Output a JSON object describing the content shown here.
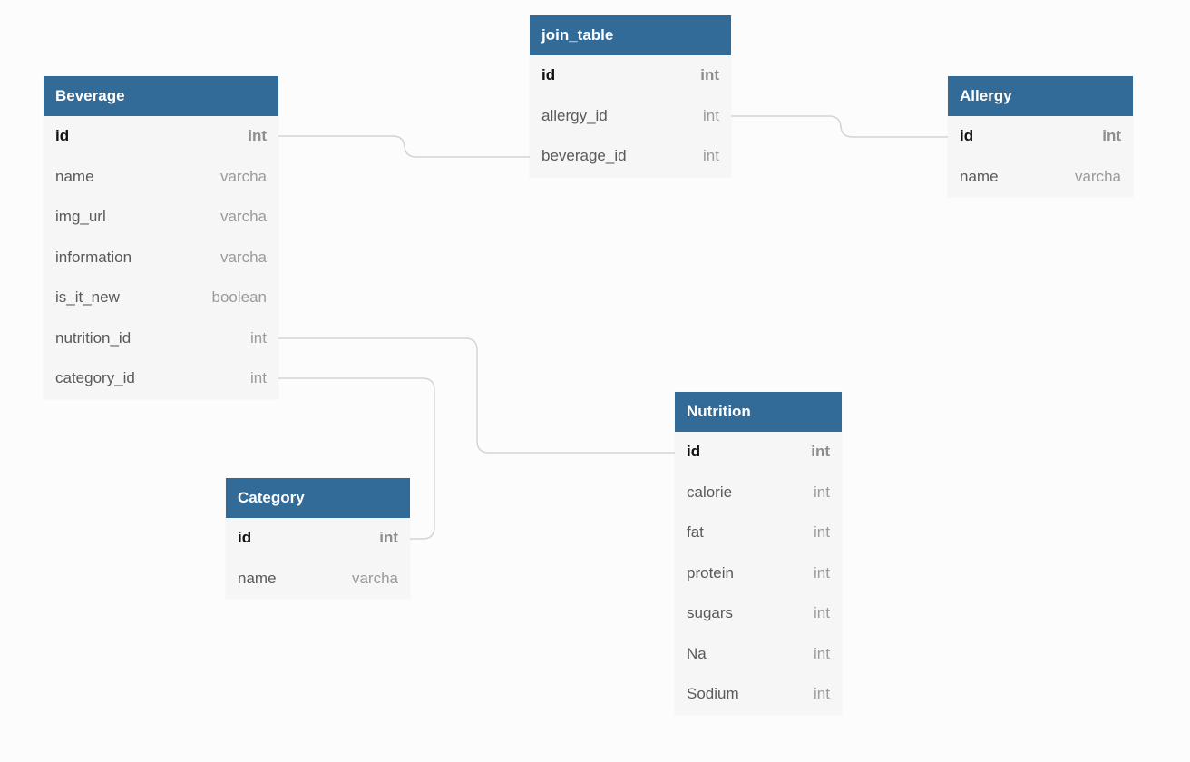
{
  "colors": {
    "header_bg": "#326a98",
    "header_text": "#ffffff",
    "body_bg": "#f6f6f6",
    "connector": "#d3d3d3",
    "canvas_bg": "#fcfcfc"
  },
  "tables": {
    "join_table": {
      "title": "join_table",
      "fields": [
        {
          "name": "id",
          "type": "int"
        },
        {
          "name": "allergy_id",
          "type": "int"
        },
        {
          "name": "beverage_id",
          "type": "int"
        }
      ]
    },
    "beverage": {
      "title": "Beverage",
      "fields": [
        {
          "name": "id",
          "type": "int"
        },
        {
          "name": "name",
          "type": "varcha"
        },
        {
          "name": "img_url",
          "type": "varcha"
        },
        {
          "name": "information",
          "type": "varcha"
        },
        {
          "name": "is_it_new",
          "type": "boolean"
        },
        {
          "name": "nutrition_id",
          "type": "int"
        },
        {
          "name": "category_id",
          "type": "int"
        }
      ]
    },
    "allergy": {
      "title": "Allergy",
      "fields": [
        {
          "name": "id",
          "type": "int"
        },
        {
          "name": "name",
          "type": "varcha"
        }
      ]
    },
    "category": {
      "title": "Category",
      "fields": [
        {
          "name": "id",
          "type": "int"
        },
        {
          "name": "name",
          "type": "varcha"
        }
      ]
    },
    "nutrition": {
      "title": "Nutrition",
      "fields": [
        {
          "name": "id",
          "type": "int"
        },
        {
          "name": "calorie",
          "type": "int"
        },
        {
          "name": "fat",
          "type": "int"
        },
        {
          "name": "protein",
          "type": "int"
        },
        {
          "name": "sugars",
          "type": "int"
        },
        {
          "name": "Na",
          "type": "int"
        },
        {
          "name": "Sodium",
          "type": "int"
        }
      ]
    }
  }
}
